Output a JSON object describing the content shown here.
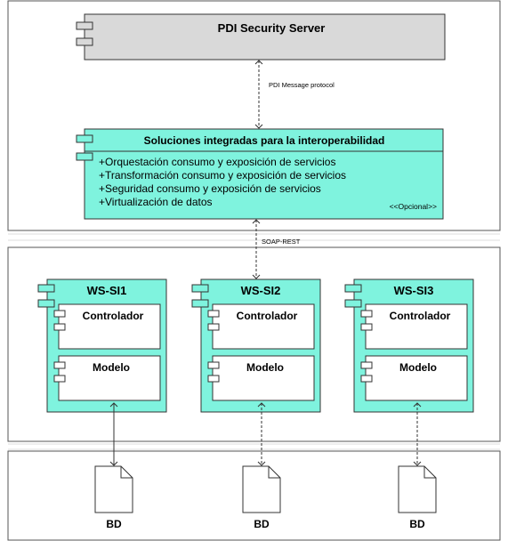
{
  "security_server": {
    "title": "PDI Security Server"
  },
  "link_top": {
    "label": "PDI  Message protocol"
  },
  "soluciones": {
    "title": "Soluciones integradas para la interoperabilidad",
    "items": [
      "+Orquestación consumo y exposición de servicios",
      "+Transformación consumo y exposición de servicios",
      "+Seguridad consumo y exposición de servicios",
      "+Virtualización de datos"
    ],
    "stereotype": "<<Opcional>>"
  },
  "link_middle": {
    "label": "SOAP-REST"
  },
  "services": [
    {
      "title": "WS-SI1",
      "controller": "Controlador",
      "model": "Modelo"
    },
    {
      "title": "WS-SI2",
      "controller": "Controlador",
      "model": "Modelo"
    },
    {
      "title": "WS-SI3",
      "controller": "Controlador",
      "model": "Modelo"
    }
  ],
  "databases": [
    {
      "label": "BD"
    },
    {
      "label": "BD"
    },
    {
      "label": "BD"
    }
  ],
  "colors": {
    "server_fill": "#d9d9d9",
    "component_fill": "#7ff3de",
    "inner_fill": "#ffffff",
    "stroke": "#333333",
    "divider": "#cccccc"
  }
}
